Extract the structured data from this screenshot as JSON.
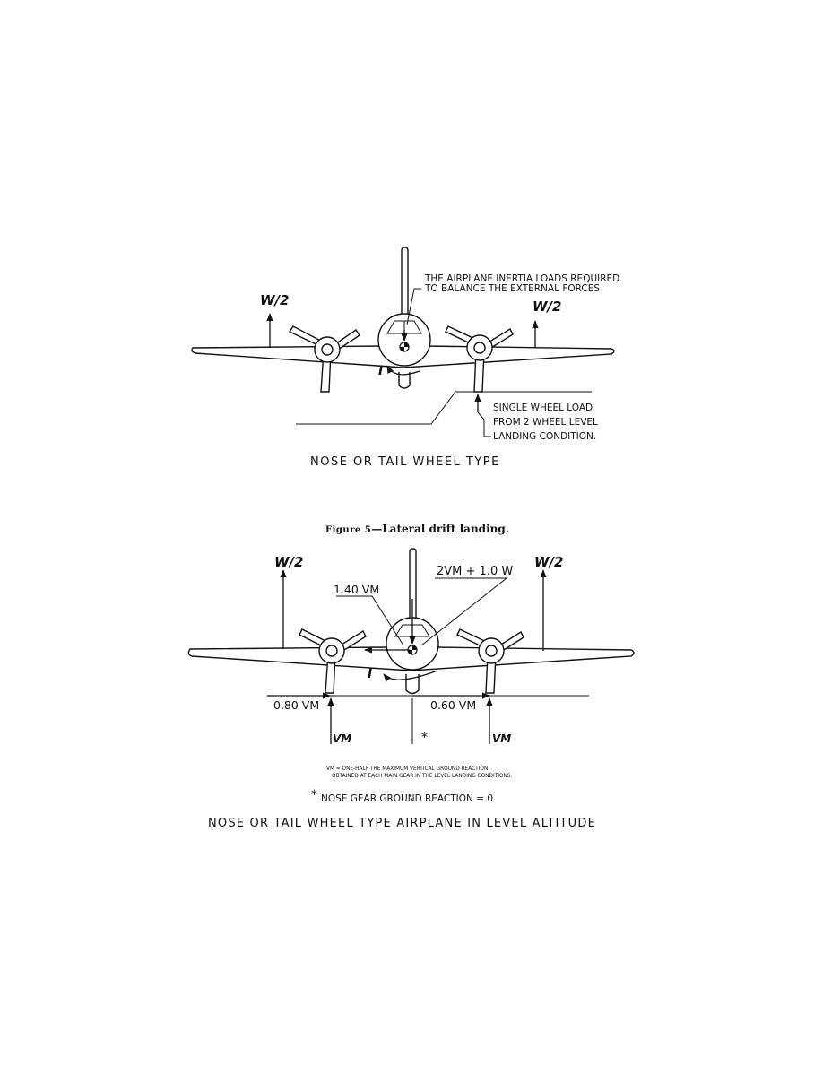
{
  "figure_top": {
    "wt_left": "W/2",
    "wt_right": "W/2",
    "note_line1": "THE AIRPLANE INERTIA LOADS REQUIRED",
    "note_line2": "TO BALANCE THE EXTERNAL FORCES",
    "moment": "I",
    "wheel_line1": "SINGLE WHEEL LOAD",
    "wheel_line2": "FROM 2 WHEEL LEVEL",
    "wheel_line3": "LANDING CONDITION.",
    "title": "NOSE OR TAIL WHEEL TYPE"
  },
  "caption": {
    "fig_label": "Figure 5",
    "fig_text": "—Lateral drift landing."
  },
  "figure_bottom": {
    "wt_left": "W/2",
    "wt_right": "W/2",
    "inertia_side": "1.40 VM",
    "inertia_vert": "2VM + 1.0 W",
    "moment": "I",
    "side_left": "0.80 VM",
    "side_right": "0.60 VM",
    "vert_left": "VM",
    "vert_right": "VM",
    "asterisk": "*",
    "def_line1": "VM = ONE-HALF THE MAXIMUM VERTICAL GROUND REACTION",
    "def_line2": "OBTAINED AT EACH MAIN GEAR IN THE LEVEL LANDING CONDITIONS.",
    "nose_note": "NOSE GEAR GROUND REACTION = 0",
    "title": "NOSE OR TAIL WHEEL TYPE AIRPLANE IN LEVEL ALTITUDE"
  }
}
